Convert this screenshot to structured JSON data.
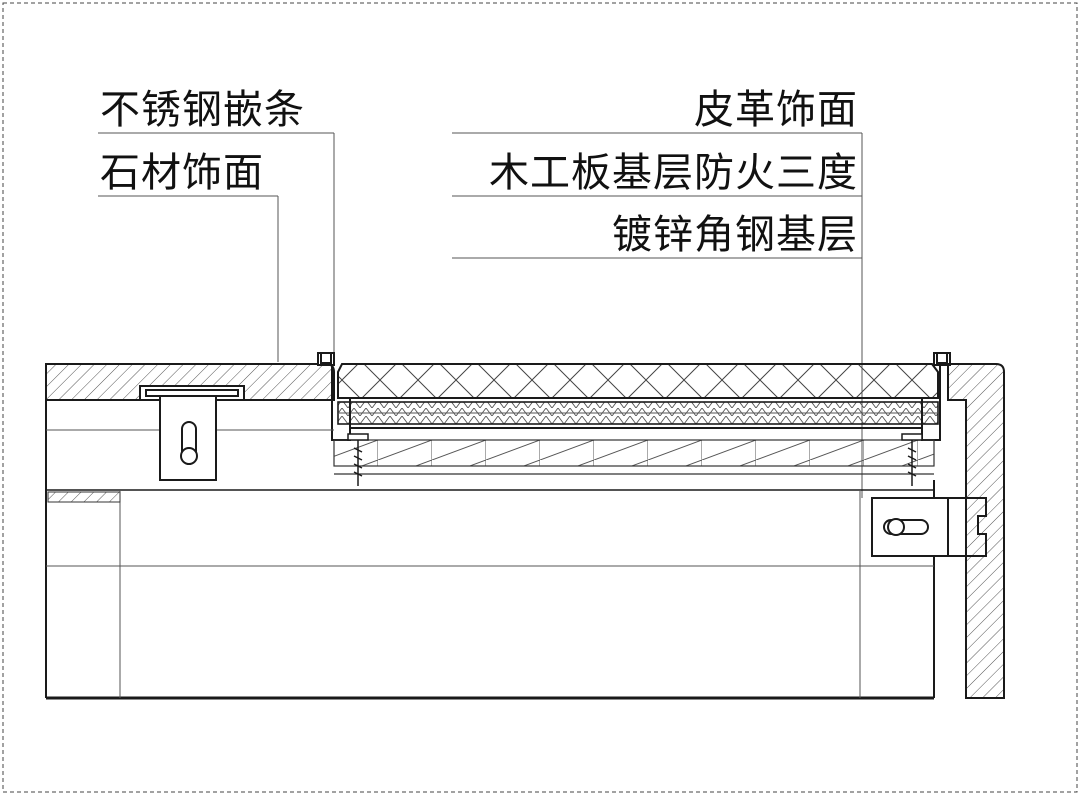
{
  "labels": {
    "left": [
      "不锈钢嵌条",
      "石材饰面"
    ],
    "right": [
      "皮革饰面",
      "木工板基层防火三度",
      "镀锌角钢基层"
    ]
  },
  "colors": {
    "line": "#1a1a1a",
    "thin_line": "#555555",
    "hatch": "#666666",
    "background": "#ffffff"
  }
}
